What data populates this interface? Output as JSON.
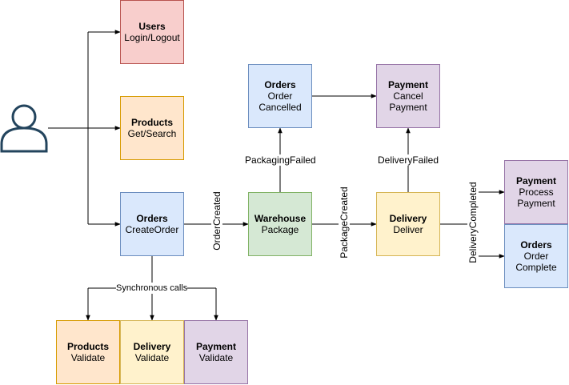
{
  "boxes": {
    "users": {
      "title": "Users",
      "line1": "Login/Logout"
    },
    "products": {
      "title": "Products",
      "line1": "Get/Search"
    },
    "orders_create": {
      "title": "Orders",
      "line1": "CreateOrder"
    },
    "warehouse": {
      "title": "Warehouse",
      "line1": "Package"
    },
    "delivery": {
      "title": "Delivery",
      "line1": "Deliver"
    },
    "orders_cancelled": {
      "title": "Orders",
      "line1": "Order\nCancelled"
    },
    "payment_cancel": {
      "title": "Payment",
      "line1": "Cancel\nPayment"
    },
    "payment_process": {
      "title": "Payment",
      "line1": "Process\nPayment"
    },
    "orders_complete": {
      "title": "Orders",
      "line1": "Order\nComplete"
    },
    "products_validate": {
      "title": "Products",
      "line1": "Validate"
    },
    "delivery_validate": {
      "title": "Delivery",
      "line1": "Validate"
    },
    "payment_validate": {
      "title": "Payment",
      "line1": "Validate"
    }
  },
  "labels": {
    "order_created": "OrderCreated",
    "package_created": "PackageCreated",
    "delivery_completed": "DeliveryCompleted",
    "packaging_failed": "PackagingFailed",
    "delivery_failed": "DeliveryFailed",
    "synchronous_calls": "Synchronous calls"
  },
  "icons": {
    "actor": "user-icon"
  },
  "colors": {
    "red": "#f8cecc",
    "orange": "#ffe6cc",
    "blue": "#dae8fc",
    "green": "#d5e8d4",
    "yellow": "#fff2cc",
    "purple": "#e1d5e7"
  }
}
